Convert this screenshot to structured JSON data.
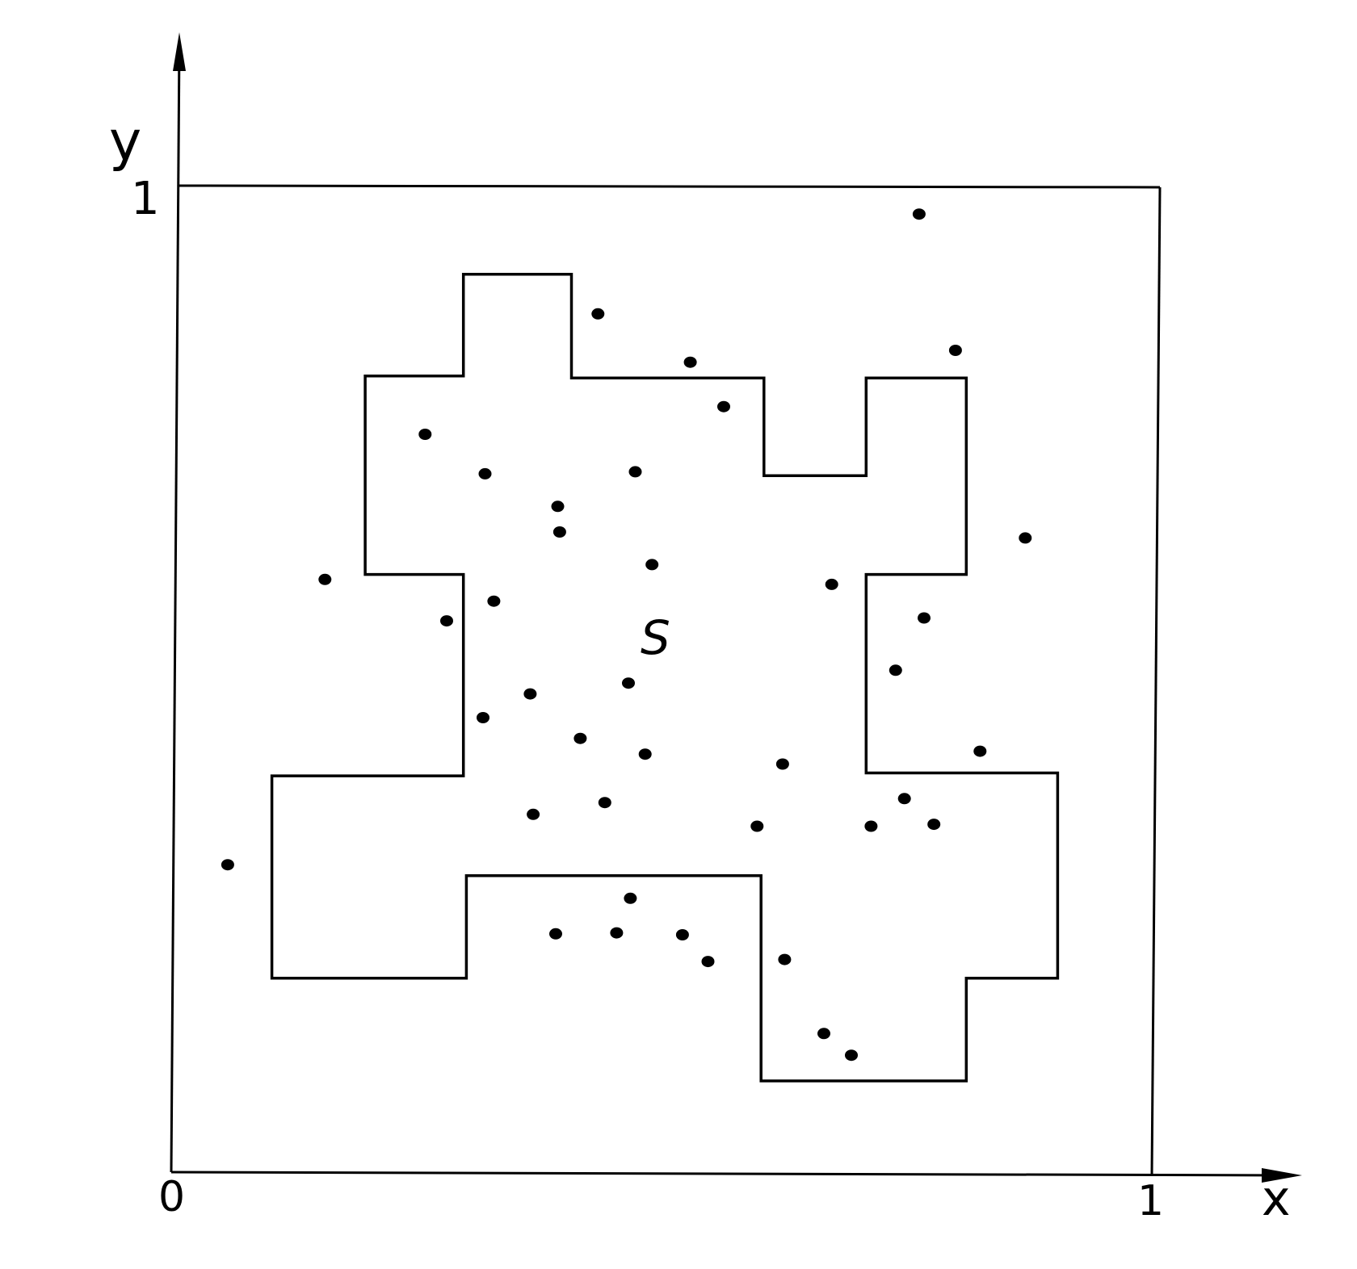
{
  "labels": {
    "y_axis": "y",
    "x_axis": "x",
    "origin": "0",
    "y_one": "1",
    "x_one": "1",
    "region": "S"
  },
  "colors": {
    "ink": "#000000",
    "background": "#ffffff"
  },
  "unit_square": {
    "x": [
      0,
      1
    ],
    "y": [
      0,
      1
    ]
  },
  "region_polygon": [
    [
      0.295,
      0.911
    ],
    [
      0.405,
      0.911
    ],
    [
      0.405,
      0.806
    ],
    [
      0.601,
      0.806
    ],
    [
      0.601,
      0.707
    ],
    [
      0.705,
      0.707
    ],
    [
      0.705,
      0.806
    ],
    [
      0.807,
      0.806
    ],
    [
      0.807,
      0.607
    ],
    [
      0.705,
      0.607
    ],
    [
      0.705,
      0.406
    ],
    [
      0.9,
      0.406
    ],
    [
      0.9,
      0.198
    ],
    [
      0.807,
      0.198
    ],
    [
      0.807,
      0.094
    ],
    [
      0.598,
      0.094
    ],
    [
      0.598,
      0.302
    ],
    [
      0.298,
      0.302
    ],
    [
      0.298,
      0.198
    ],
    [
      0.1,
      0.198
    ],
    [
      0.1,
      0.403
    ],
    [
      0.295,
      0.403
    ],
    [
      0.295,
      0.607
    ],
    [
      0.195,
      0.607
    ],
    [
      0.195,
      0.808
    ],
    [
      0.295,
      0.808
    ]
  ],
  "points": [
    [
      0.759,
      0.972
    ],
    [
      0.432,
      0.871
    ],
    [
      0.526,
      0.822
    ],
    [
      0.796,
      0.834
    ],
    [
      0.56,
      0.777
    ],
    [
      0.256,
      0.749
    ],
    [
      0.317,
      0.709
    ],
    [
      0.47,
      0.711
    ],
    [
      0.391,
      0.676
    ],
    [
      0.393,
      0.65
    ],
    [
      0.867,
      0.644
    ],
    [
      0.487,
      0.617
    ],
    [
      0.154,
      0.602
    ],
    [
      0.326,
      0.58
    ],
    [
      0.67,
      0.597
    ],
    [
      0.278,
      0.56
    ],
    [
      0.764,
      0.563
    ],
    [
      0.735,
      0.51
    ],
    [
      0.463,
      0.497
    ],
    [
      0.363,
      0.486
    ],
    [
      0.315,
      0.462
    ],
    [
      0.414,
      0.441
    ],
    [
      0.48,
      0.425
    ],
    [
      0.62,
      0.415
    ],
    [
      0.821,
      0.428
    ],
    [
      0.439,
      0.376
    ],
    [
      0.366,
      0.364
    ],
    [
      0.744,
      0.38
    ],
    [
      0.594,
      0.352
    ],
    [
      0.71,
      0.352
    ],
    [
      0.774,
      0.354
    ],
    [
      0.055,
      0.313
    ],
    [
      0.465,
      0.279
    ],
    [
      0.389,
      0.243
    ],
    [
      0.451,
      0.244
    ],
    [
      0.518,
      0.242
    ],
    [
      0.544,
      0.215
    ],
    [
      0.622,
      0.217
    ],
    [
      0.662,
      0.142
    ],
    [
      0.69,
      0.12
    ]
  ]
}
